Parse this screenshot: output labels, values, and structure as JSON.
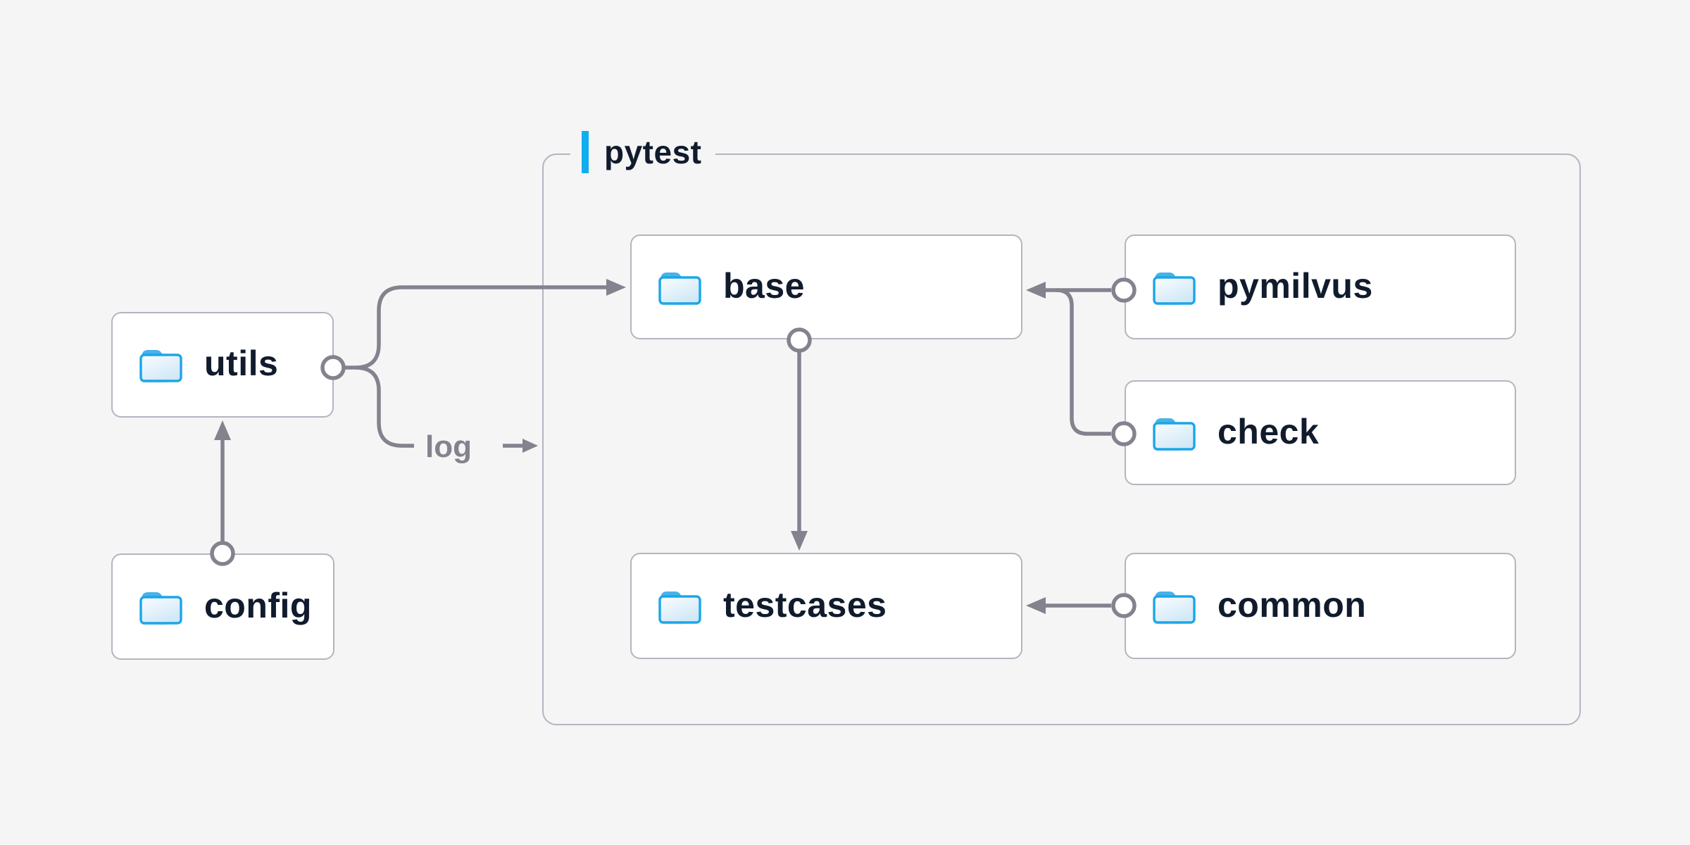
{
  "container": {
    "label": "pytest"
  },
  "nodes": {
    "utils": {
      "label": "utils",
      "icon": "folder-icon"
    },
    "config": {
      "label": "config",
      "icon": "folder-icon"
    },
    "base": {
      "label": "base",
      "icon": "folder-icon"
    },
    "pymilvus": {
      "label": "pymilvus",
      "icon": "folder-icon"
    },
    "check": {
      "label": "check",
      "icon": "folder-icon"
    },
    "testcases": {
      "label": "testcases",
      "icon": "folder-icon"
    },
    "common": {
      "label": "common",
      "icon": "folder-icon"
    }
  },
  "edges": {
    "log_label": "log",
    "list": [
      {
        "from": "config",
        "to": "utils"
      },
      {
        "from": "utils",
        "to": "base"
      },
      {
        "from": "utils",
        "to": "log"
      },
      {
        "from": "pymilvus",
        "to": "base"
      },
      {
        "from": "check",
        "to": "base"
      },
      {
        "from": "base",
        "to": "testcases"
      },
      {
        "from": "common",
        "to": "testcases"
      }
    ]
  },
  "colors": {
    "background": "#f5f5f6",
    "node_fill": "#ffffff",
    "node_border": "#b6b4bf",
    "connector": "#84828d",
    "label_text": "#101b2d",
    "muted_text": "#84828d",
    "accent_bar": "#0faeee",
    "folder_stroke": "#1ba6e9",
    "folder_tab": "#48b2e9"
  }
}
